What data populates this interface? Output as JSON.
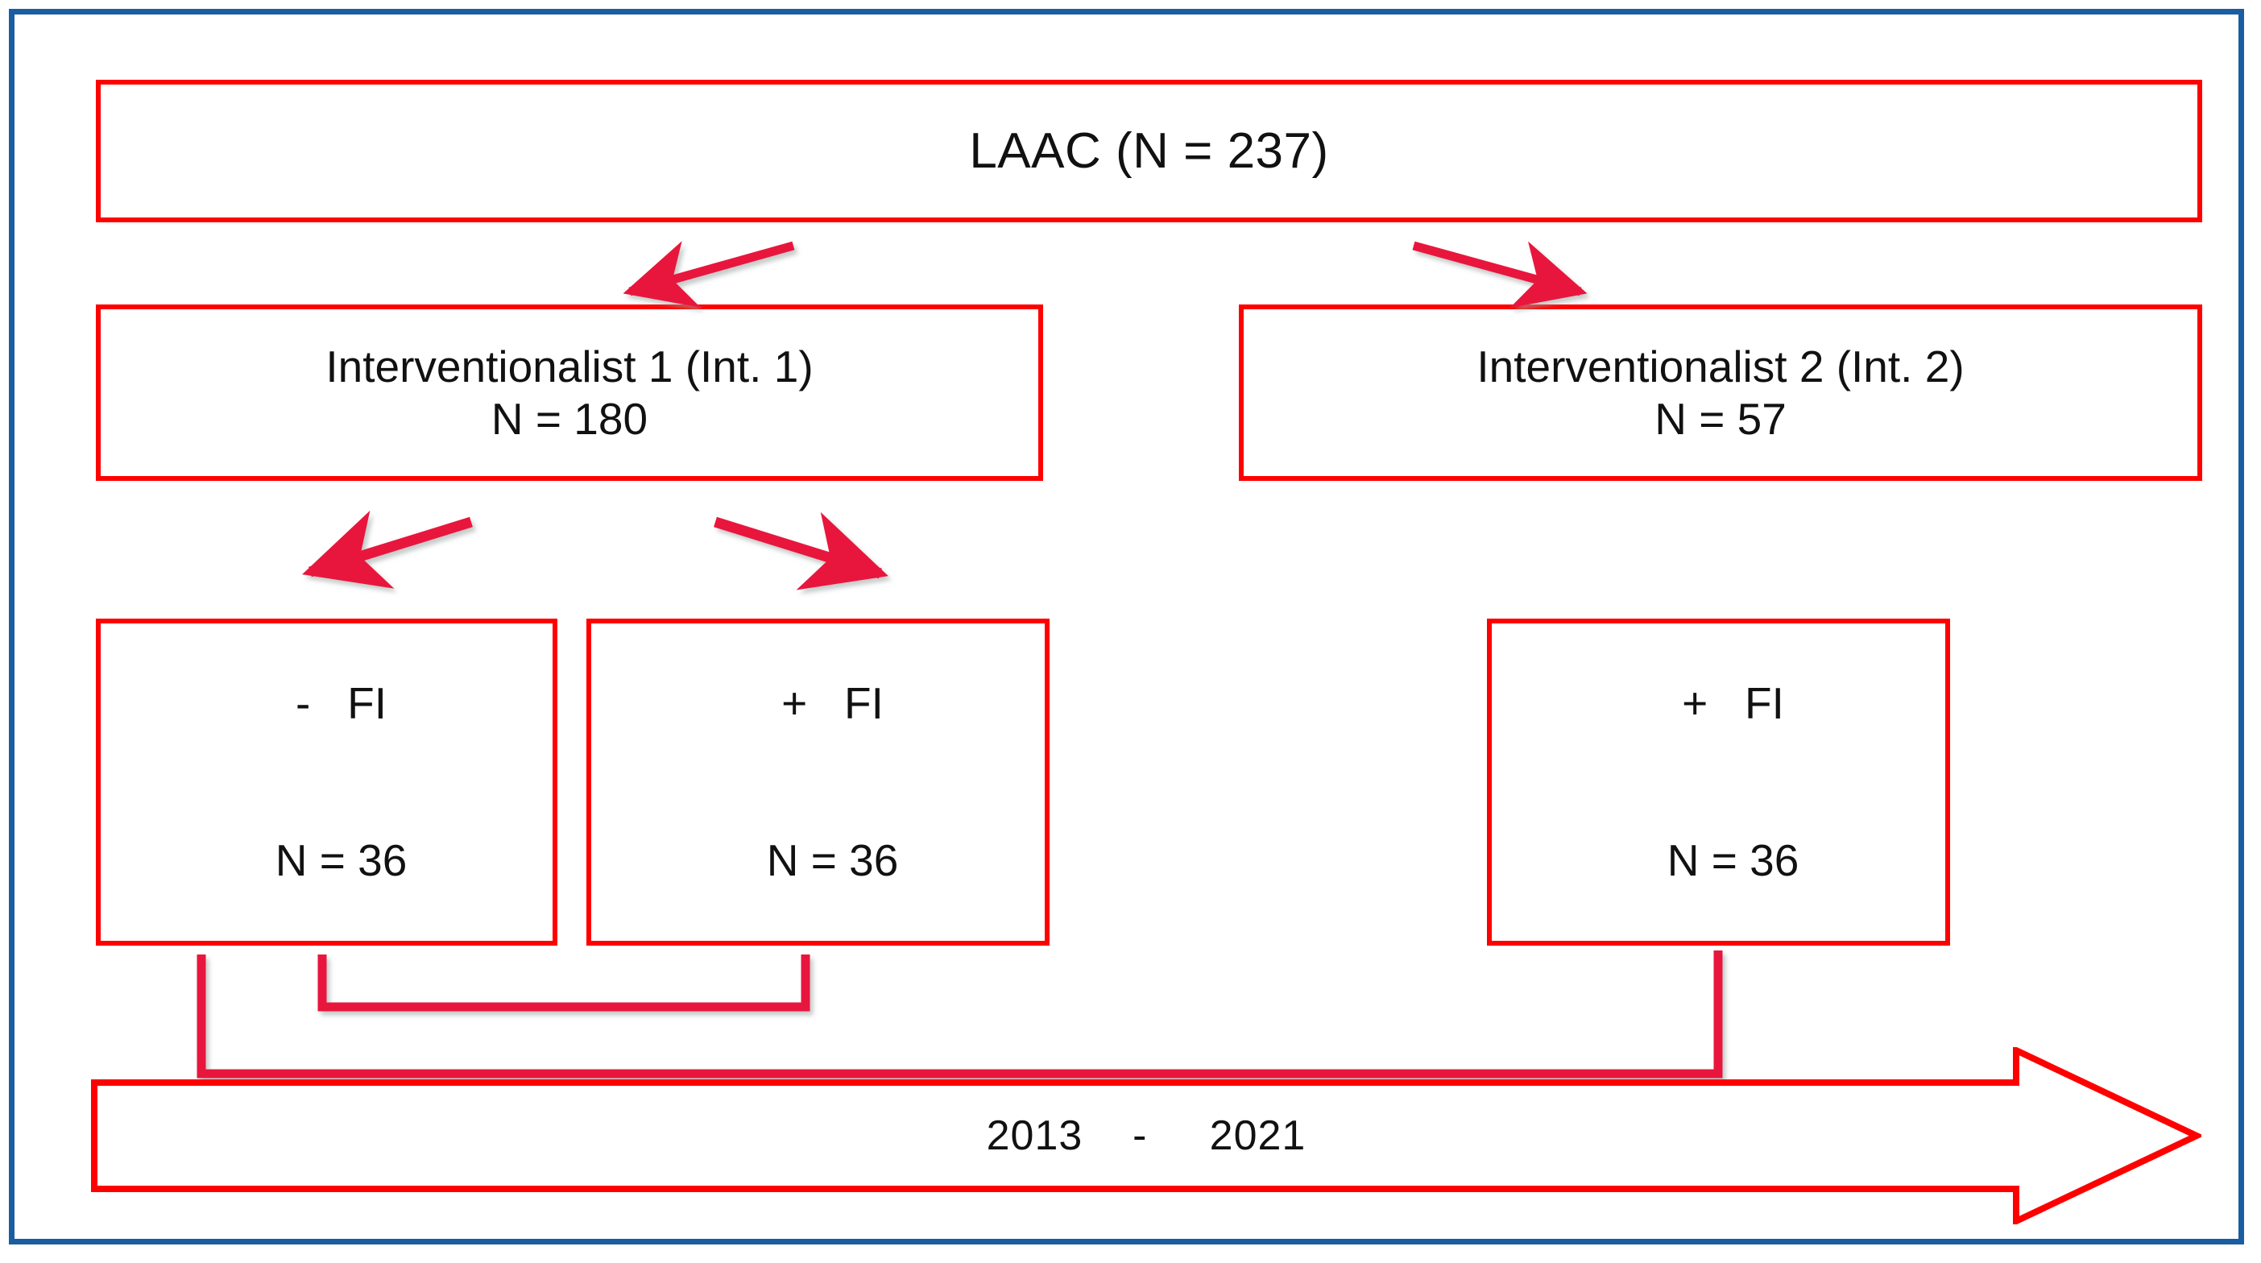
{
  "diagram": {
    "title_node": {
      "label": "LAAC (N = 237)"
    },
    "level2": [
      {
        "name": "Interventionalist 1 (Int. 1)",
        "count": "N = 180"
      },
      {
        "name": "Interventionalist 2 (Int. 2)",
        "count": "N = 57"
      }
    ],
    "level3": [
      {
        "name": "-   FI",
        "count": "N = 36"
      },
      {
        "name": "+   FI",
        "count": "N = 36"
      },
      {
        "name": "+   FI",
        "count": "N = 36"
      }
    ],
    "timeline": {
      "label": "2013    -     2021"
    },
    "colors": {
      "frame_blue": "#1a5da0",
      "box_red": "#ff0000",
      "arrow_red": "#e8173c",
      "text_black": "#111111",
      "background": "#ffffff"
    }
  }
}
